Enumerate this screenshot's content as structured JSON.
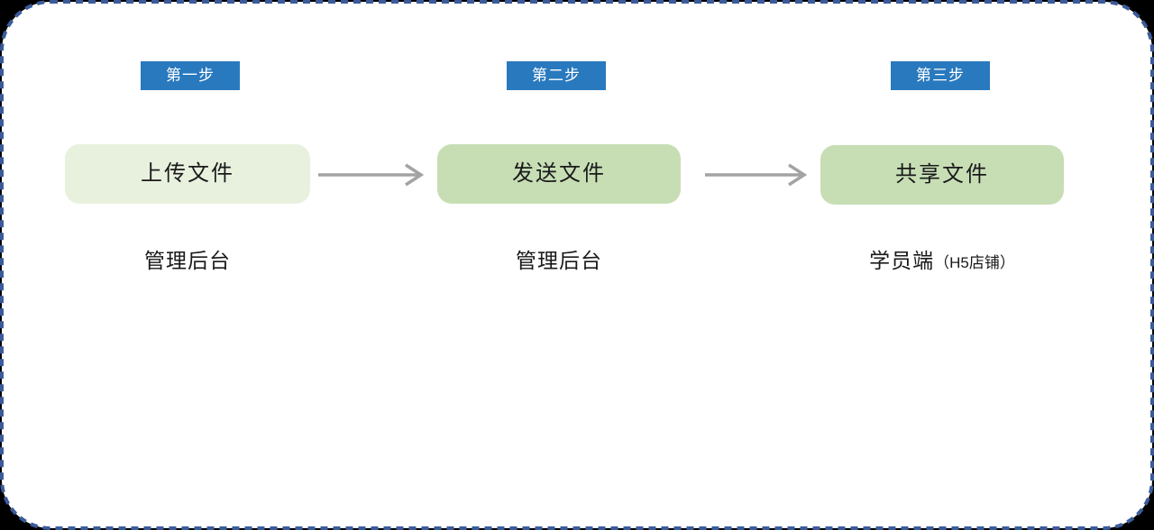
{
  "diagram": {
    "steps": [
      {
        "badge": "第一步",
        "box": "上传文件",
        "caption_main": "管理后台",
        "caption_sub": ""
      },
      {
        "badge": "第二步",
        "box": "发送文件",
        "caption_main": "管理后台",
        "caption_sub": ""
      },
      {
        "badge": "第三步",
        "box": "共享文件",
        "caption_main": "学员端",
        "caption_sub": "（H5店铺）"
      }
    ],
    "colors": {
      "outside_bg": "#000000",
      "panel_bg": "#ffffff",
      "dashed_border": "#3b5b9b",
      "badge_bg": "#2979be",
      "badge_text": "#ffffff",
      "box_step1_bg": "#e8f1de",
      "box_step2_bg": "#c7deb5",
      "box_step3_bg": "#c7deb5",
      "arrow": "#a3a3a3",
      "text": "#1a1a1a"
    }
  }
}
